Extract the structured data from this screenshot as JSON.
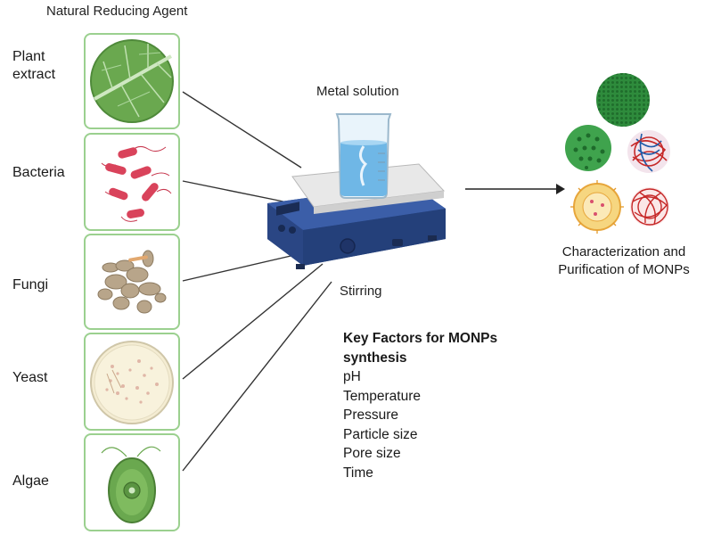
{
  "header": {
    "title": "Natural Reducing Agent"
  },
  "sources": [
    {
      "label_line1": "Plant",
      "label_line2": "extract",
      "icon": "leaf-icon"
    },
    {
      "label": "Bacteria",
      "icon": "bacteria-icon"
    },
    {
      "label": "Fungi",
      "icon": "fungi-icon"
    },
    {
      "label": "Yeast",
      "icon": "petri-dish-icon"
    },
    {
      "label": "Algae",
      "icon": "algae-icon"
    }
  ],
  "apparatus": {
    "metal_label": "Metal solution",
    "stirring_label": "Stirring",
    "icons": [
      "beaker-icon",
      "magnetic-stirrer-icon"
    ]
  },
  "result": {
    "label_line1": "Characterization and",
    "label_line2": "Purification of MONPs",
    "icons": [
      "nanoparticle-icon",
      "arrow-right-icon"
    ]
  },
  "factors": {
    "title": "Key Factors for MONPs",
    "title_line2": "synthesis",
    "items": [
      "pH",
      "Temperature",
      "Pressure",
      "Particle size",
      "Pore size",
      "Time"
    ]
  },
  "colors": {
    "box_border": "#9bd08f",
    "stirrer_body": "#2d4a8a",
    "particle_green": "#2e8b3c",
    "particle_red": "#c62828"
  }
}
